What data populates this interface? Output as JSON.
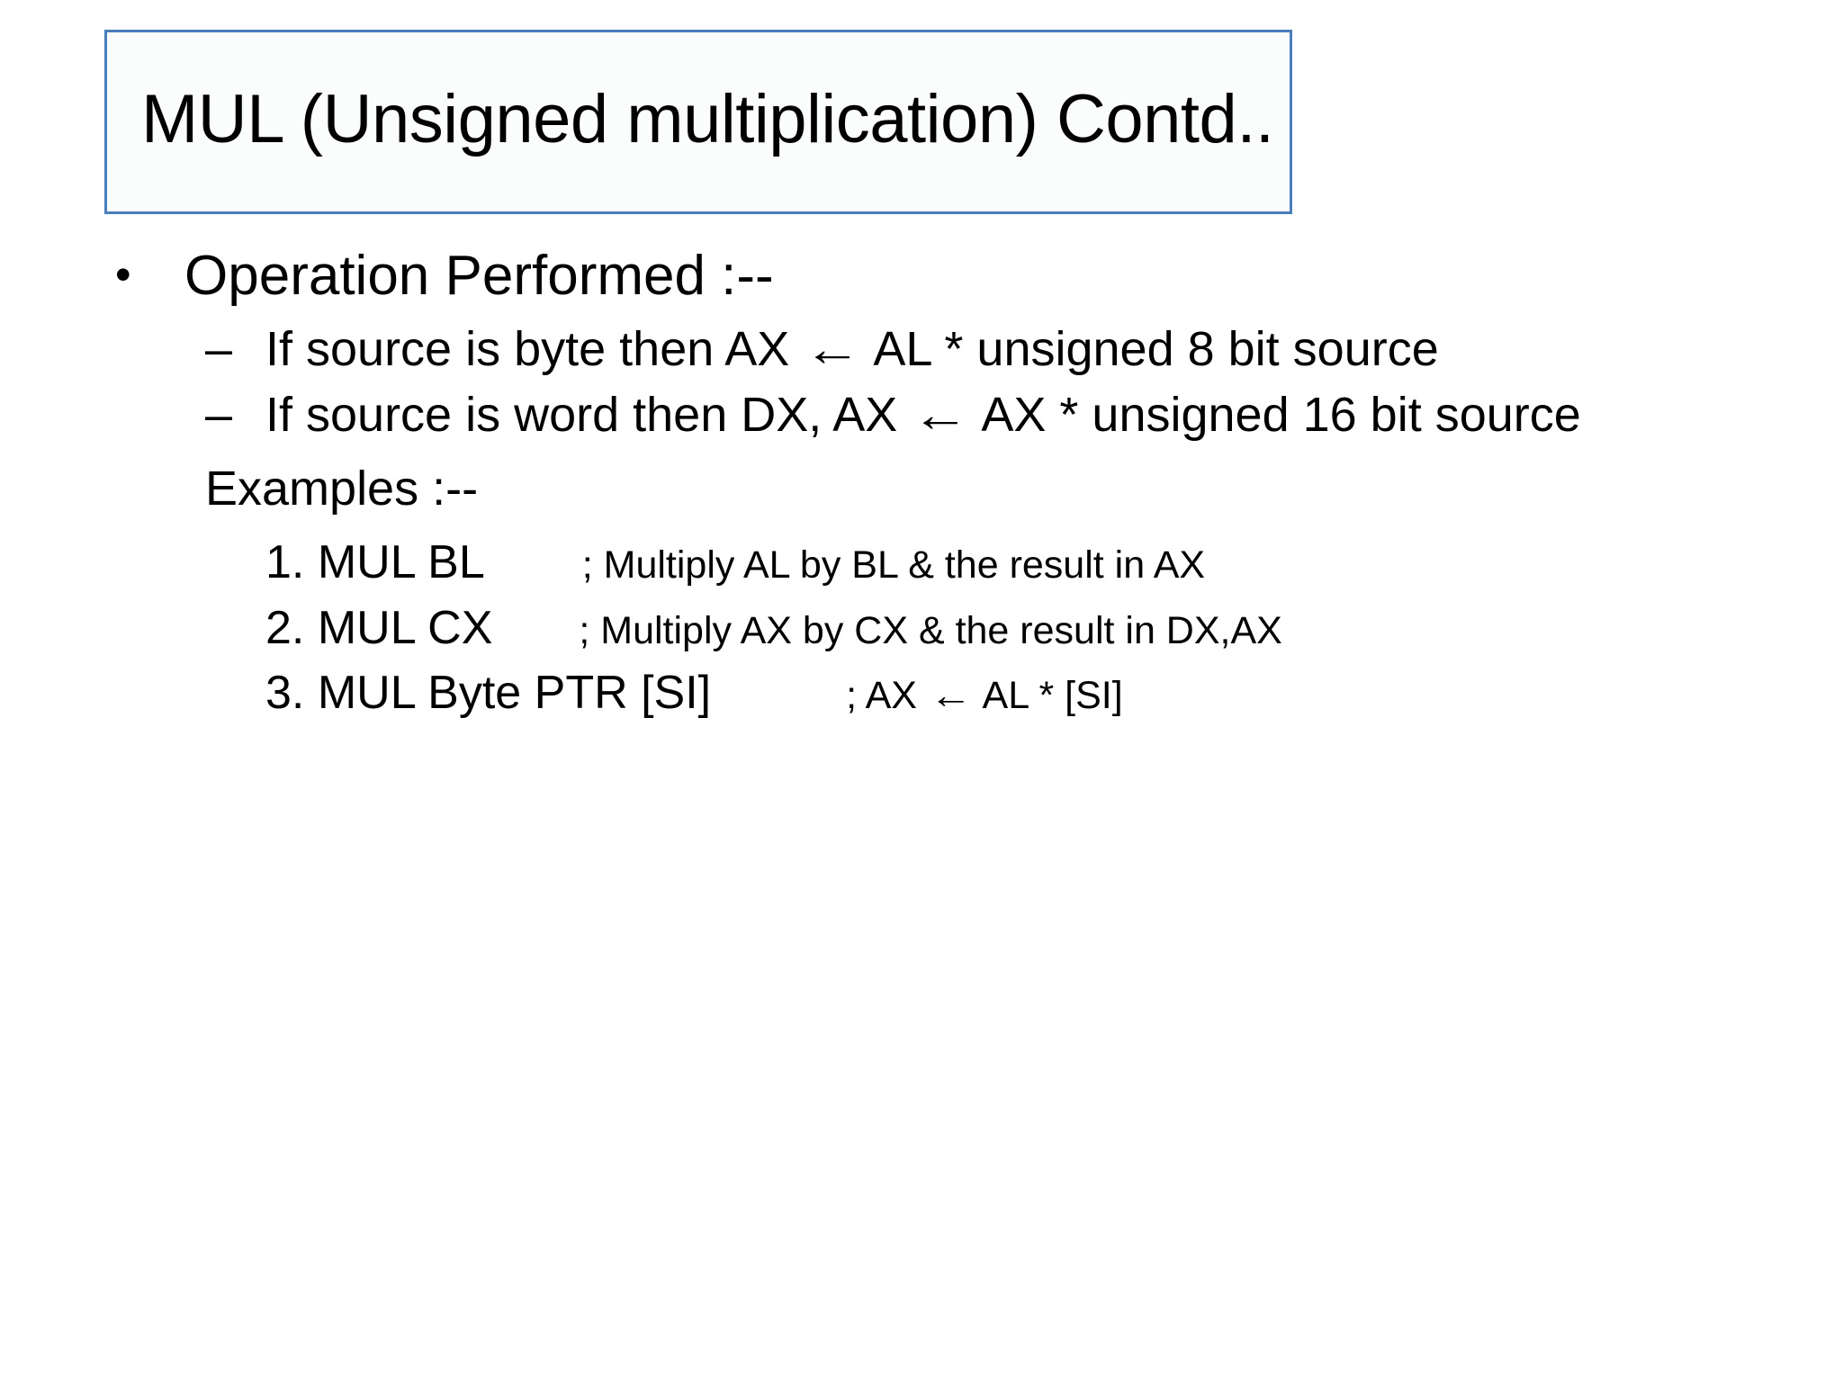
{
  "slide": {
    "background_color": "#ffffff",
    "title": {
      "text": "MUL (Unsigned multiplication) Contd..",
      "border_color": "#4a7ebb",
      "fill_color": "#fbfdfc"
    },
    "body": {
      "level1": [
        {
          "marker": "•",
          "text": "Operation Performed :--"
        }
      ],
      "level2": [
        {
          "marker": "–",
          "part1": "If source is byte then AX ",
          "arrow": "←",
          "part2": " AL * unsigned 8 bit source"
        },
        {
          "marker": "–",
          "part1": "If source is word then DX, AX ",
          "arrow": "←",
          "part2": " AX * unsigned 16 bit source"
        }
      ],
      "examples_label": "Examples :--",
      "examples": [
        {
          "num": "1.",
          "code": "MUL BL",
          "comment_prefix": "; Multiply  AL by BL & the result in AX",
          "comment_arrow": "",
          "comment_suffix": ""
        },
        {
          "num": "2.",
          "code": "MUL CX",
          "comment_prefix": "; Multiply  AX by CX & the result in DX,AX",
          "comment_arrow": "",
          "comment_suffix": ""
        },
        {
          "num": "3.",
          "code": "MUL Byte PTR [SI]",
          "comment_prefix": "; AX ",
          "comment_arrow": "←",
          "comment_suffix": " AL * [SI]"
        }
      ]
    }
  }
}
